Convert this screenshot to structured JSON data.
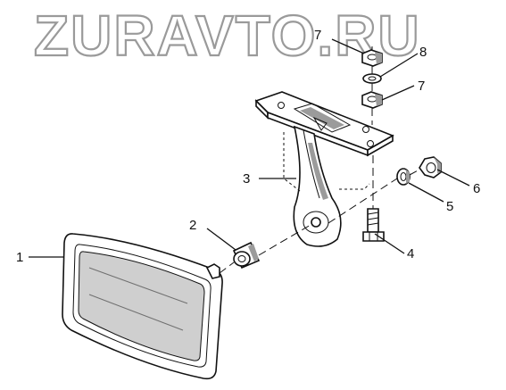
{
  "watermark": {
    "text": "ZURAVTO.RU"
  },
  "callouts": [
    {
      "id": "1",
      "label": "1"
    },
    {
      "id": "2",
      "label": "2"
    },
    {
      "id": "3",
      "label": "3"
    },
    {
      "id": "4",
      "label": "4"
    },
    {
      "id": "5",
      "label": "5"
    },
    {
      "id": "6",
      "label": "6"
    },
    {
      "id": "7a",
      "label": "7"
    },
    {
      "id": "7b",
      "label": "7"
    },
    {
      "id": "8",
      "label": "8"
    }
  ],
  "colors": {
    "line": "#111111",
    "watermark_stroke": "#9a9a9a",
    "glass": "#cfcfcf",
    "shade": "#9b9b9b"
  }
}
